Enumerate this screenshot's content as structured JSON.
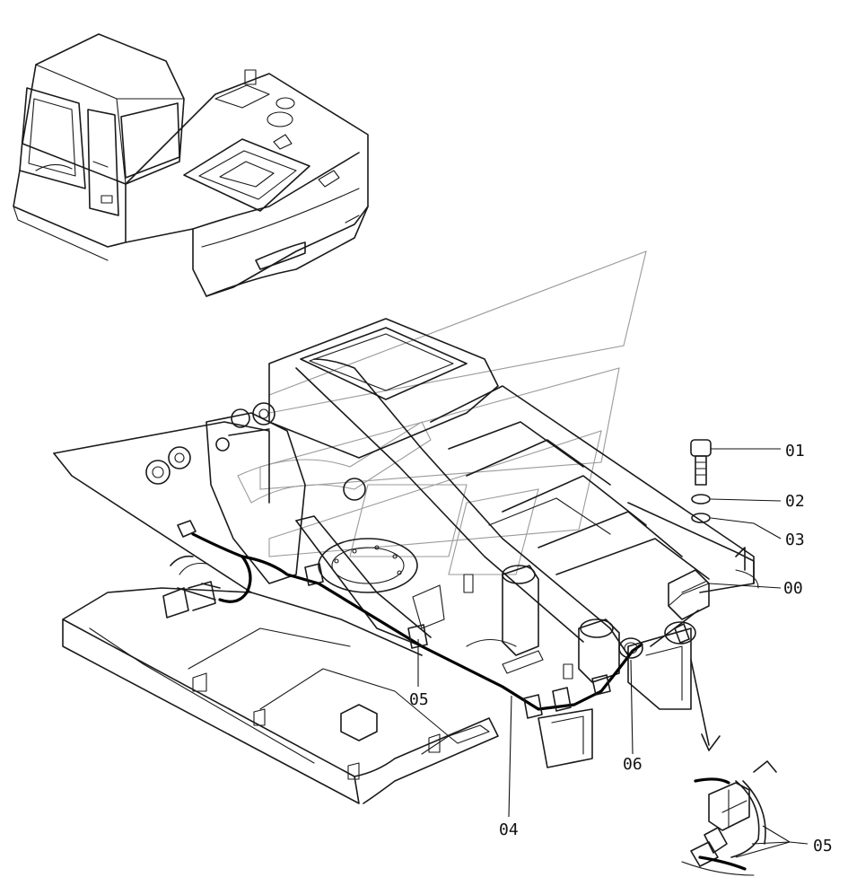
{
  "labels": {
    "p00": "00",
    "p01": "01",
    "p02": "02",
    "p03": "03",
    "p04": "04",
    "p05_center": "05",
    "p05_detail": "05",
    "p06": "06"
  }
}
